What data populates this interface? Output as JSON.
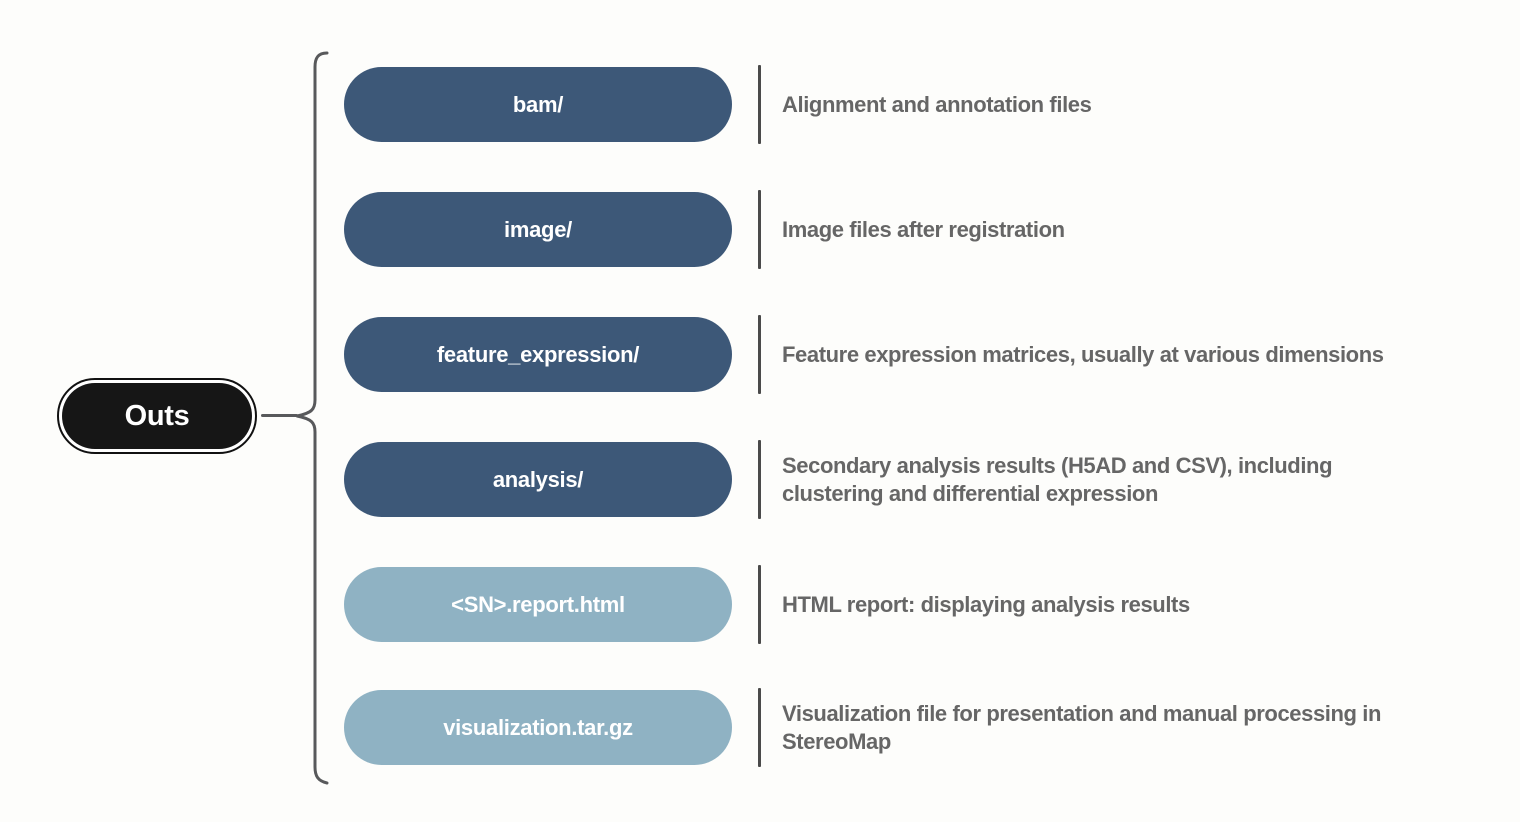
{
  "diagram": {
    "root": {
      "label": "Outs"
    },
    "rows": [
      {
        "label": "bam/",
        "description": "Alignment and annotation files",
        "variant": "dark"
      },
      {
        "label": "image/",
        "description": "Image files after registration",
        "variant": "dark"
      },
      {
        "label": "feature_expression/",
        "description": "Feature expression matrices, usually at various dimensions",
        "variant": "dark"
      },
      {
        "label": "analysis/",
        "description": "Secondary analysis results (H5AD and CSV), including\nclustering and differential expression",
        "variant": "dark"
      },
      {
        "label": "<SN>.report.html",
        "description": "HTML report: displaying analysis results",
        "variant": "light"
      },
      {
        "label": "visualization.tar.gz",
        "description": "Visualization file for presentation and manual processing in\nStereoMap",
        "variant": "light"
      }
    ]
  },
  "colors": {
    "background": "#fdfdfb",
    "pill_dark": "#3d5878",
    "pill_light": "#8fb2c3",
    "pill_text": "#ffffff",
    "outs_bg": "#161616",
    "line": "#58595b",
    "bar": "#4a4a4a",
    "text_desc": "#666666"
  }
}
